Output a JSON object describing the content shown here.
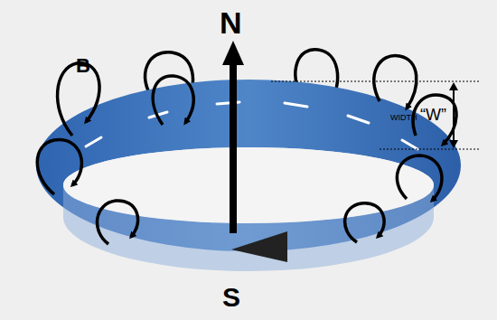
{
  "diagram": {
    "labels": [
      "N",
      "S",
      "B",
      "WIDTH",
      "“W”"
    ]
  }
}
